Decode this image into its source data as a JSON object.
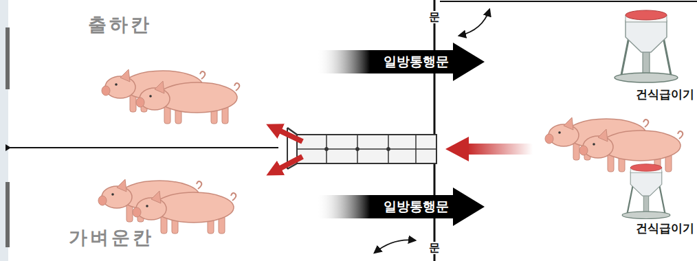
{
  "diagram": {
    "nodes": [
      {
        "text": [
          "일방통행문"
        ]
      },
      {
        "text": [
          "일방통행문"
        ]
      }
    ],
    "labels": [
      "출하칸",
      "문",
      "건식급이기",
      "가벼운칸",
      "건식급이기",
      "문"
    ]
  }
}
